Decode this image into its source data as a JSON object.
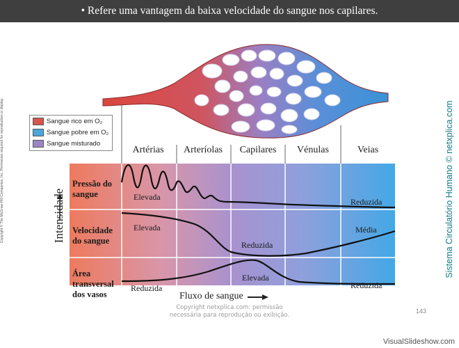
{
  "title": "• Refere uma vantagem da baixa velocidade do sangue nos capilares.",
  "side_copyright": "Copyright © The McGraw-Hill Companies, Inc. Permission required for reproduction or display.",
  "side_brand": "Sistema Circulatório Humano © netxplica.com",
  "legend": [
    {
      "label": "Sangue rico em O₂",
      "color": "#d9544a"
    },
    {
      "label": "Sangue pobre em O₂",
      "color": "#4aa7db"
    },
    {
      "label": "Sangue misturado",
      "color": "#9a86c7"
    }
  ],
  "columns": [
    "Artérias",
    "Arteríolas",
    "Capilares",
    "Vénulas",
    "Veias"
  ],
  "rows": [
    {
      "label": "Pressão do sangue",
      "values": {
        "left": "Elevada",
        "right": "Reduzida"
      }
    },
    {
      "label": "Velocidade do sangue",
      "values": {
        "left": "Elevada",
        "middle": "Reduzida",
        "right": "Média"
      }
    },
    {
      "label": "Área transversal dos vasos",
      "values": {
        "left": "Reduzida",
        "middle": "Elevada",
        "right": "Reduzida"
      }
    }
  ],
  "y_axis_label": "Intensidade",
  "x_axis_label": "Fluxo de sangue",
  "bottom_copyright": "Copyright netxplica.com: permissão necessária para reprodução ou exibição.",
  "page_number": "143",
  "footer": "VisualSlideshow.com",
  "colors": {
    "oxygen_rich": "#d9544a",
    "oxygen_poor": "#4aa7db",
    "mixed": "#9a86c7",
    "header_bg": "#3f3f3f"
  }
}
